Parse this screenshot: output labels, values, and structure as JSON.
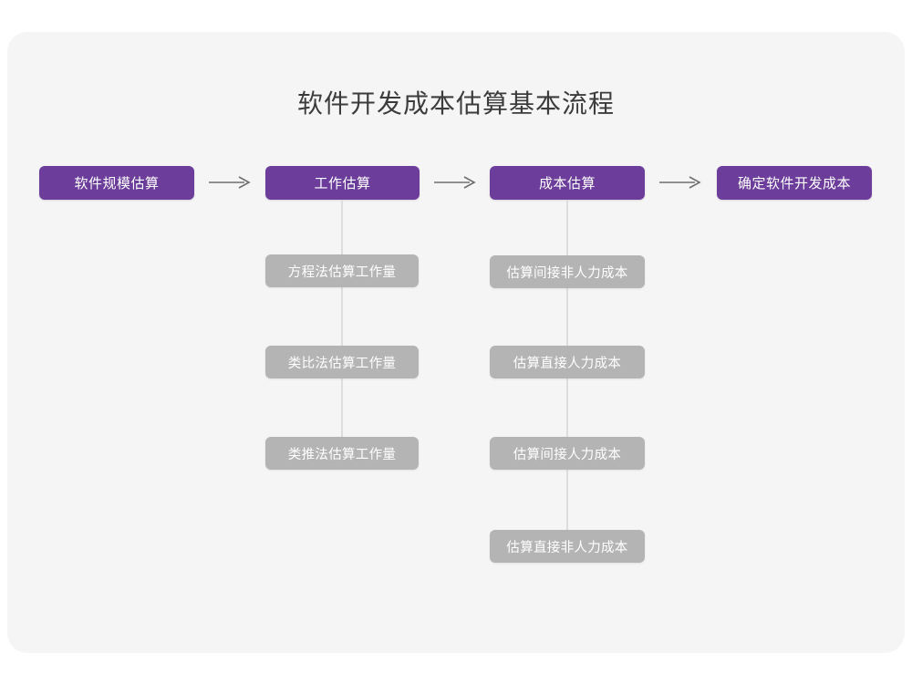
{
  "diagram": {
    "title": "软件开发成本估算基本流程",
    "type": "flowchart",
    "colors": {
      "canvas": "#ffffff",
      "card": "#f5f5f5",
      "primary_node": "#6c3d9b",
      "secondary_node": "#b4b4b4",
      "node_text": "#ffffff",
      "title_text": "#3c3c3c",
      "connector": "#dddddd",
      "arrow": "#6e6e6e"
    },
    "main_flow": [
      {
        "id": "step-1",
        "label": "软件规模估算"
      },
      {
        "id": "step-2",
        "label": "工作估算"
      },
      {
        "id": "step-3",
        "label": "成本估算"
      },
      {
        "id": "step-4",
        "label": "确定软件开发成本"
      }
    ],
    "arrows": [
      {
        "id": "arrow-1",
        "glyph": "→",
        "from": "step-1",
        "to": "step-2"
      },
      {
        "id": "arrow-2",
        "glyph": "→",
        "from": "step-2",
        "to": "step-3"
      },
      {
        "id": "arrow-3",
        "glyph": "→",
        "from": "step-3",
        "to": "step-4"
      }
    ],
    "branches": [
      {
        "parent": "step-2",
        "parent_label": "工作估算",
        "items": [
          {
            "id": "work-1",
            "label": "方程法估算工作量"
          },
          {
            "id": "work-2",
            "label": "类比法估算工作量"
          },
          {
            "id": "work-3",
            "label": "类推法估算工作量"
          }
        ]
      },
      {
        "parent": "step-3",
        "parent_label": "成本估算",
        "items": [
          {
            "id": "cost-1",
            "label": "估算间接非人力成本"
          },
          {
            "id": "cost-2",
            "label": "估算直接人力成本"
          },
          {
            "id": "cost-3",
            "label": "估算间接人力成本"
          },
          {
            "id": "cost-4",
            "label": "估算直接非人力成本"
          }
        ]
      }
    ]
  }
}
